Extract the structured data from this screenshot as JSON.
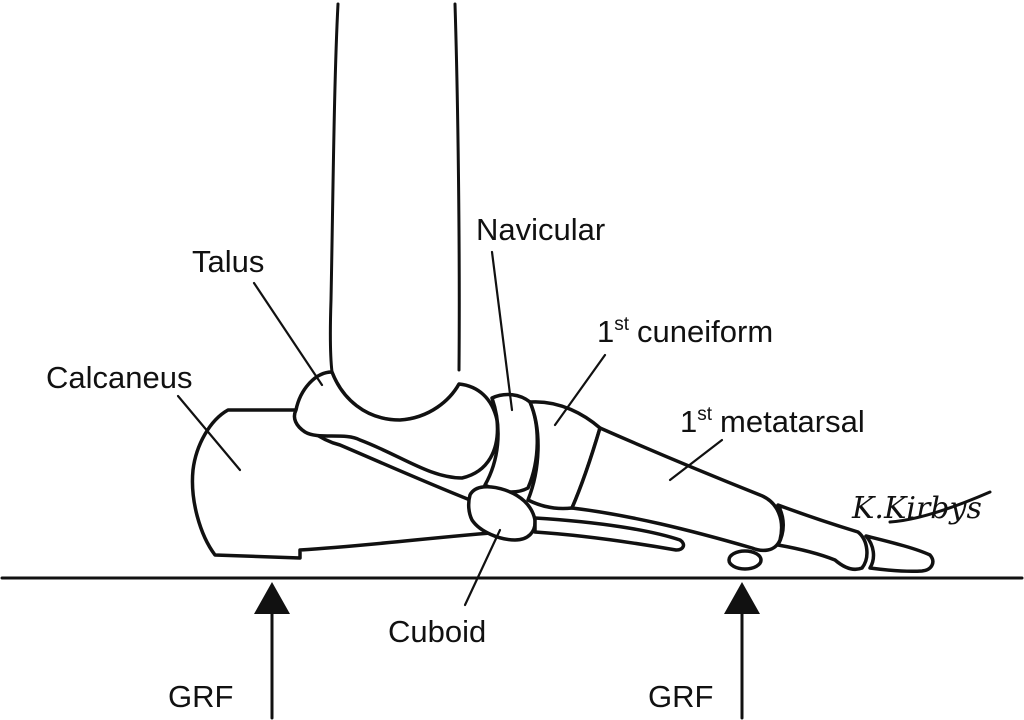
{
  "labels": {
    "talus": "Talus",
    "navicular": "Navicular",
    "first_cuneiform_num": "1",
    "first_cuneiform_sup": "st",
    "first_cuneiform_text": "cuneiform",
    "calcaneus": "Calcaneus",
    "first_metatarsal_num": "1",
    "first_metatarsal_sup": "st",
    "first_metatarsal_text": "metatarsal",
    "cuboid": "Cuboid",
    "grf_rear": "GRF",
    "grf_front": "GRF"
  },
  "signature": "K.Kirbys",
  "colors": {
    "ink": "#111111",
    "background": "#ffffff"
  }
}
